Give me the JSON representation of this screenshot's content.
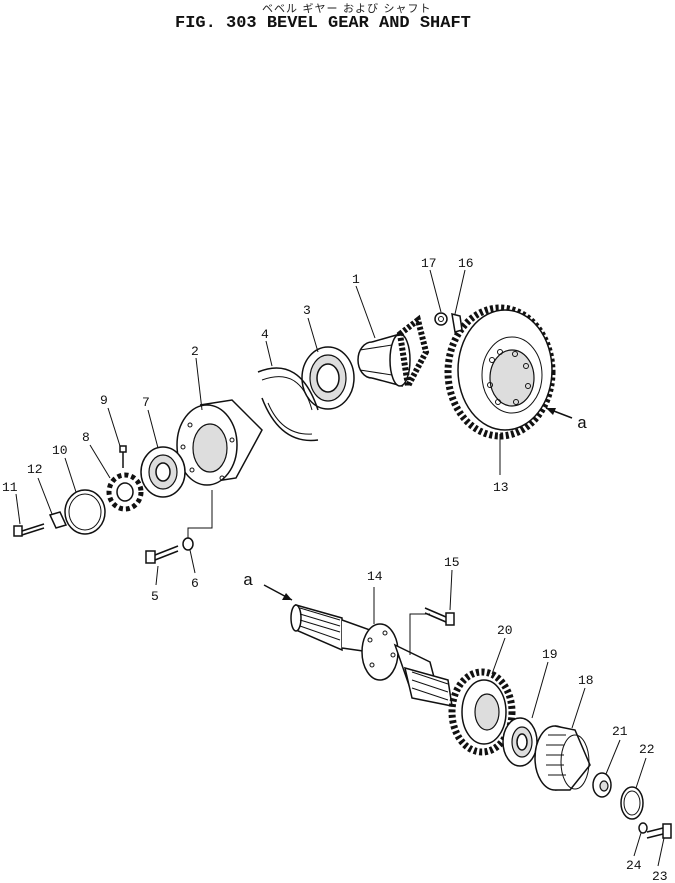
{
  "header": {
    "jp_title": "ベベル ギヤー および シャフト",
    "fig_title": "FIG. 303 BEVEL GEAR AND SHAFT"
  },
  "labels": {
    "p1": "1",
    "p2": "2",
    "p3": "3",
    "p4": "4",
    "p5": "5",
    "p6": "6",
    "p7": "7",
    "p8": "8",
    "p9": "9",
    "p10": "10",
    "p11": "11",
    "p12": "12",
    "p13": "13",
    "p14": "14",
    "p15": "15",
    "p16": "16",
    "p17": "17",
    "p18": "18",
    "p19": "19",
    "p20": "20",
    "p21": "21",
    "p22": "22",
    "p23": "23",
    "p24": "24",
    "view_a_top": "a",
    "view_a_bottom": "a"
  }
}
